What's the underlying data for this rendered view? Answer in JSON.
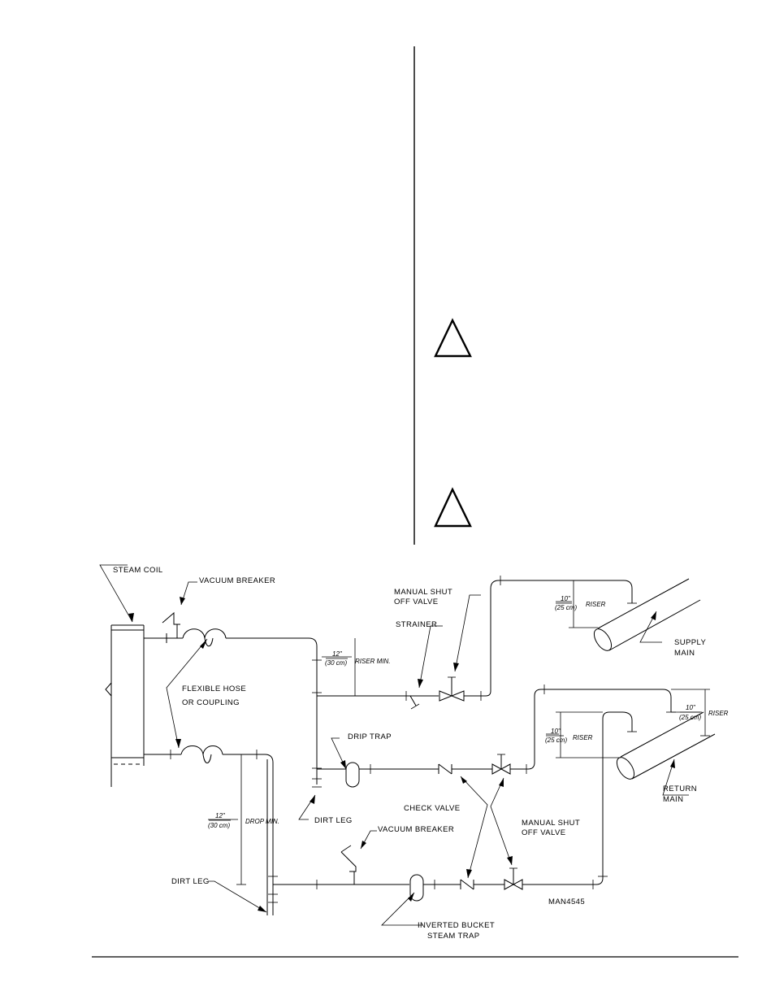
{
  "diagram": {
    "drawing_id": "MAN4545",
    "labels": {
      "steam_coil": "STEAM COIL",
      "vacuum_breaker_top": "VACUUM BREAKER",
      "manual_shut_top_1": "MANUAL SHUT",
      "manual_shut_top_2": "OFF VALVE",
      "strainer": "STRAINER",
      "supply_main_1": "SUPPLY",
      "supply_main_2": "MAIN",
      "flexible_hose_1": "FLEXIBLE HOSE",
      "flexible_hose_2": "OR COUPLING",
      "drip_trap": "DRIP TRAP",
      "return_main_1": "RETURN",
      "return_main_2": "MAIN",
      "check_valve": "CHECK VALVE",
      "manual_shut_bottom_1": "MANUAL SHUT",
      "manual_shut_bottom_2": "OFF VALVE",
      "dirt_leg_center": "DIRT LEG",
      "vacuum_breaker_bottom": "VACUUM BREAKER",
      "dirt_leg_left": "DIRT LEG",
      "inverted_bucket_1": "INVERTED BUCKET",
      "inverted_bucket_2": "STEAM TRAP"
    },
    "dimensions": {
      "riser_min": {
        "imperial": "12\"",
        "metric": "(30 cm)",
        "note": "RISER MIN."
      },
      "drop_min": {
        "imperial": "12\"",
        "metric": "(30 cm)",
        "note": "DROP MIN."
      },
      "supply_riser": {
        "imperial": "10\"",
        "metric": "(25 cm)",
        "note": "RISER"
      },
      "return_riser_inner": {
        "imperial": "10\"",
        "metric": "(25 cm)",
        "note": "RISER"
      },
      "return_riser_outer": {
        "imperial": "10\"",
        "metric": "(25 cm)",
        "note": "RISER"
      }
    }
  }
}
